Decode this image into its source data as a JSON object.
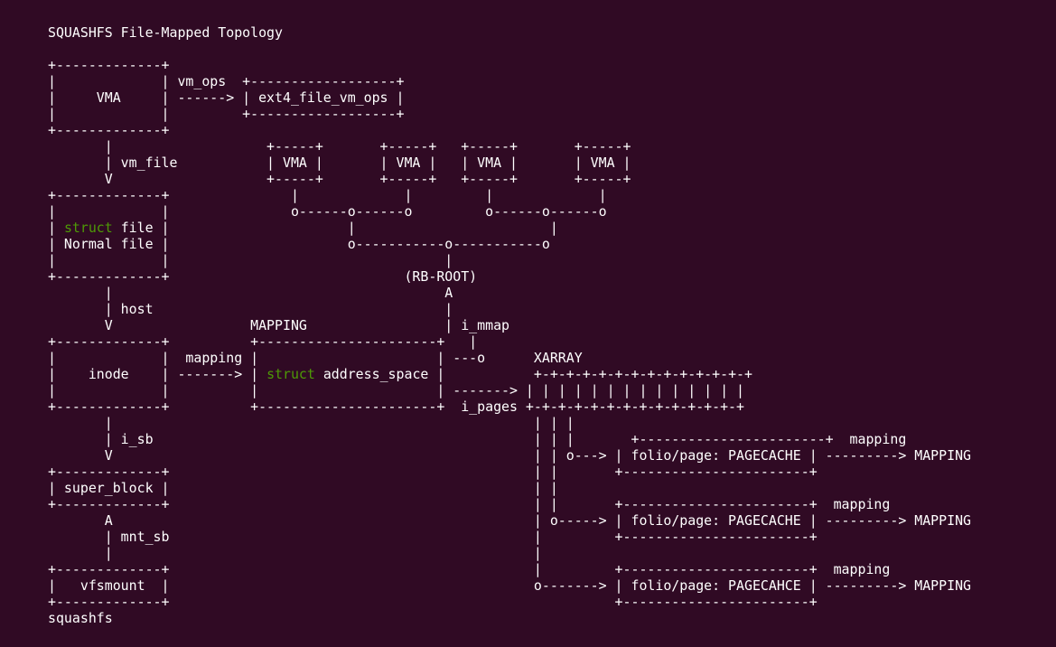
{
  "theme": {
    "background": "#300a24",
    "text_color": "#ffffff",
    "keyword_color": "#4e9a06"
  },
  "terminal": {
    "lines": [
      [
        {
          "t": "SQUASHFS File-Mapped Topology"
        }
      ],
      [
        {
          "t": ""
        }
      ],
      [
        {
          "t": "+-------------+"
        }
      ],
      [
        {
          "t": "|             | vm_ops  +------------------+"
        }
      ],
      [
        {
          "t": "|     VMA     | ------> | ext4_file_vm_ops |"
        }
      ],
      [
        {
          "t": "|             |         +------------------+"
        }
      ],
      [
        {
          "t": "+-------------+"
        }
      ],
      [
        {
          "t": "       |                   +-----+       +-----+   +-----+       +-----+"
        }
      ],
      [
        {
          "t": "       | vm_file           | VMA |       | VMA |   | VMA |       | VMA |"
        }
      ],
      [
        {
          "t": "       V                   +-----+       +-----+   +-----+       +-----+"
        }
      ],
      [
        {
          "t": "+-------------+               |             |         |             |"
        }
      ],
      [
        {
          "t": "|             |               o------o------o         o------o------o"
        }
      ],
      [
        {
          "t": "| "
        },
        {
          "t": "struct",
          "k": "kw"
        },
        {
          "t": " file |                      |                        |"
        }
      ],
      [
        {
          "t": "| Normal file |                      o-----------o-----------o"
        }
      ],
      [
        {
          "t": "|             |                                  |"
        }
      ],
      [
        {
          "t": "+-------------+                             (RB-ROOT)"
        }
      ],
      [
        {
          "t": "       |                                         A"
        }
      ],
      [
        {
          "t": "       | host                                    |"
        }
      ],
      [
        {
          "t": "       V                 MAPPING                 | i_mmap"
        }
      ],
      [
        {
          "t": "+-------------+          +----------------------+   |"
        }
      ],
      [
        {
          "t": "|             |  mapping |                      | ---o      XARRAY"
        }
      ],
      [
        {
          "t": "|    inode    | -------> | "
        },
        {
          "t": "struct",
          "k": "kw"
        },
        {
          "t": " address_space |           +-+-+-+-+-+-+-+-+-+-+-+-+-+"
        }
      ],
      [
        {
          "t": "|             |          |                      | -------> | | | | | | | | | | | | | |"
        }
      ],
      [
        {
          "t": "+-------------+          +----------------------+  i_pages +-+-+-+-+-+-+-+-+-+-+-+-+-+"
        }
      ],
      [
        {
          "t": "       |                                                    | | |"
        }
      ],
      [
        {
          "t": "       | i_sb                                               | | |       +-----------------------+  mapping"
        }
      ],
      [
        {
          "t": "       V                                                    | | o---> | folio/page: PAGECACHE | ---------> MAPPING"
        }
      ],
      [
        {
          "t": "+-------------+                                             | |       +-----------------------+"
        }
      ],
      [
        {
          "t": "| super_block |                                             | |"
        }
      ],
      [
        {
          "t": "+-------------+                                             | |       +-----------------------+  mapping"
        }
      ],
      [
        {
          "t": "       A                                                    | o-----> | folio/page: PAGECACHE | ---------> MAPPING"
        }
      ],
      [
        {
          "t": "       | mnt_sb                                             |         +-----------------------+"
        }
      ],
      [
        {
          "t": "       |                                                    |"
        }
      ],
      [
        {
          "t": "+-------------+                                             |         +-----------------------+  mapping"
        }
      ],
      [
        {
          "t": "|   vfsmount  |                                             o-------> | folio/page: PAGECAHCE | ---------> MAPPING"
        }
      ],
      [
        {
          "t": "+-------------+                                                       +-----------------------+"
        }
      ],
      [
        {
          "t": "squashfs"
        }
      ]
    ]
  }
}
